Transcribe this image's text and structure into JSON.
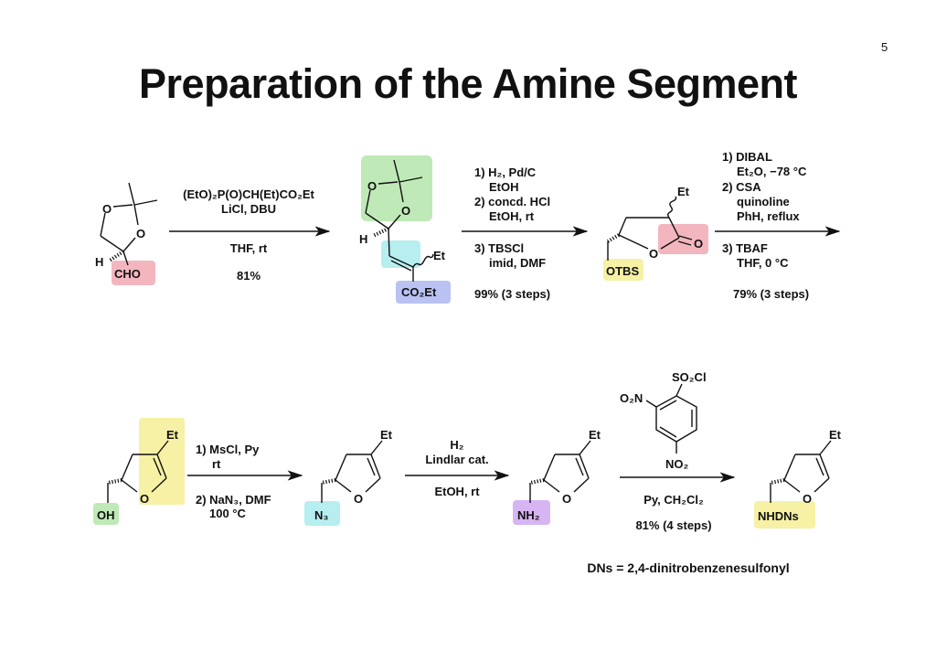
{
  "slide": {
    "title": "Preparation of the Amine Segment",
    "page_number": "5"
  },
  "highlight_colors": {
    "pink": "#f3b6bf",
    "green": "#bfe9b6",
    "cyan": "#b7eef0",
    "blue": "#b9c2f2",
    "yellow": "#f6f1a4",
    "purple": "#d7b4f2"
  },
  "atoms": {
    "O": "O",
    "H": "H",
    "Et": "Et"
  },
  "compounds": {
    "c1": {
      "group": "CHO"
    },
    "c2": {
      "group": "CO₂Et"
    },
    "c3": {
      "group": "OTBS"
    },
    "c4": {
      "group": "OH"
    },
    "c5": {
      "group": "N₃"
    },
    "c6": {
      "group": "NH₂"
    },
    "c7": {
      "group": "NHDNs"
    },
    "reagent": {
      "top": "SO₂Cl",
      "left": "O₂N",
      "bottom": "NO₂"
    }
  },
  "steps": [
    {
      "above": [
        "(EtO)₂P(O)CH(Et)CO₂Et",
        "LiCl, DBU"
      ],
      "below": [
        "THF, rt"
      ],
      "yield": "81%"
    },
    {
      "above": [
        "1) H₂, Pd/C",
        "EtOH",
        "2) concd. HCl",
        "EtOH, rt"
      ],
      "below": [
        "3) TBSCl",
        "imid, DMF"
      ],
      "yield": "99% (3 steps)"
    },
    {
      "above": [
        "1) DIBAL",
        "Et₂O, −78 °C",
        "2) CSA",
        "quinoline",
        "PhH, reflux"
      ],
      "below": [
        "3) TBAF",
        "THF, 0 °C"
      ],
      "yield": "79% (3 steps)"
    },
    {
      "above": [
        "1) MsCl, Py",
        "rt"
      ],
      "below": [
        "2) NaN₃, DMF",
        "100 °C"
      ]
    },
    {
      "above": [
        "H₂",
        "Lindlar cat."
      ],
      "below": [
        "EtOH, rt"
      ]
    },
    {
      "below": [
        "Py, CH₂Cl₂"
      ],
      "yield": "81% (4 steps)"
    }
  ],
  "footnote": "DNs = 2,4-dinitrobenzenesulfonyl"
}
